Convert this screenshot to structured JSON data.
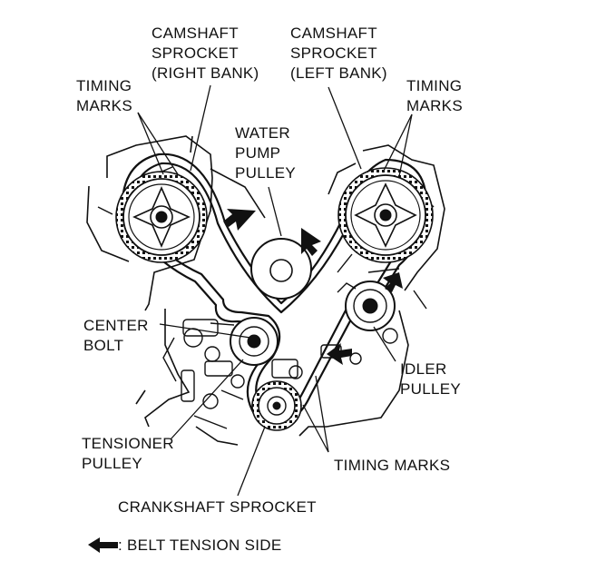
{
  "labels": {
    "cam_right": "CAMSHAFT\nSPROCKET\n(RIGHT BANK)",
    "cam_left": "CAMSHAFT\nSPROCKET\n(LEFT BANK)",
    "timing_marks_left": "TIMING\nMARKS",
    "timing_marks_right": "TIMING\nMARKS",
    "water_pump": "WATER\nPUMP\nPULLEY",
    "center_bolt": "CENTER\nBOLT",
    "idler_pulley": "IDLER\nPULLEY",
    "tensioner_pulley": "TENSIONER\nPULLEY",
    "timing_marks_bottom": "TIMING MARKS",
    "crankshaft": "CRANKSHAFT SPROCKET"
  },
  "legend": {
    "text": ": BELT TENSION SIDE",
    "icon": "arrow-left-icon"
  },
  "colors": {
    "ink": "#111111",
    "paper": "#ffffff"
  }
}
